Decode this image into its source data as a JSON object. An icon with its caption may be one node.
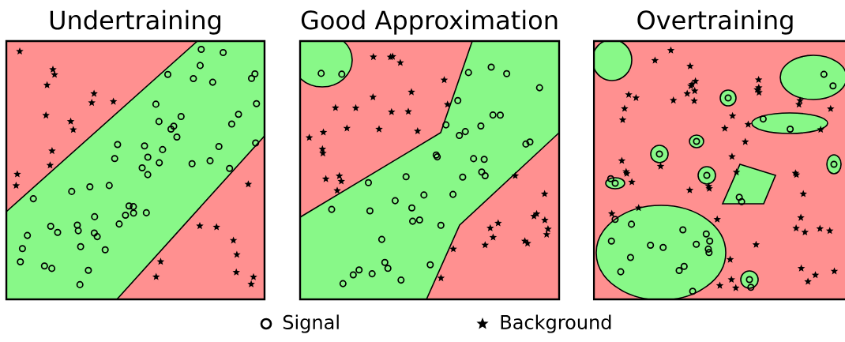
{
  "diagram": {
    "nodes": [
      {
        "text": [
          "Undertraining"
        ]
      },
      {
        "text": [
          "Good Approximation"
        ]
      },
      {
        "text": [
          "Overtraining"
        ]
      }
    ],
    "legend": [
      {
        "text": "Signal"
      },
      {
        "text": "Background"
      }
    ]
  }
}
